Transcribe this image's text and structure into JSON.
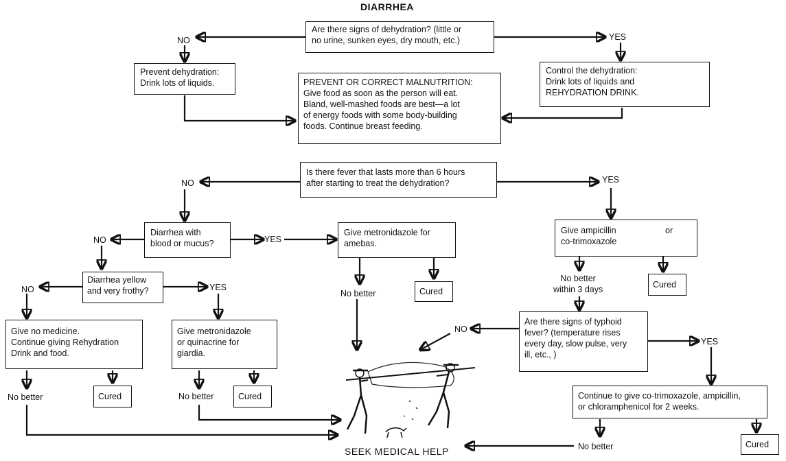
{
  "title": "DIARRHEA",
  "q_dehydration": [
    "Are there signs of dehydration? (little or",
    "no urine, sunken eyes, dry mouth, etc.)"
  ],
  "no": "NO",
  "yes": "YES",
  "prevent_dehydration": [
    "Prevent dehydration:",
    "Drink lots of liquids."
  ],
  "control_dehydration": [
    "Control the dehydration:",
    "Drink lots of liquids and",
    "REHYDRATION DRINK."
  ],
  "malnutrition": [
    "PREVENT OR CORRECT MALNUTRITION:",
    "Give food as soon as the person will eat.",
    "Bland, well-mashed foods are best—a lot",
    "of energy foods with some body-building",
    "foods. Continue breast feeding."
  ],
  "q_fever": [
    "Is there fever that lasts more than 6 hours",
    "after starting to treat the dehydration?"
  ],
  "q_blood": [
    "Diarrhea with",
    "blood or mucus?"
  ],
  "metronidazole_amebas": [
    "Give metronidazole for",
    "amebas."
  ],
  "ampicillin": [
    "Give ampicillin",
    "or",
    "co-trimoxazole"
  ],
  "q_yellow": [
    "Diarrhea yellow",
    "and very frothy?"
  ],
  "no_medicine": [
    "Give no medicine.",
    "Continue giving Rehydration",
    "Drink and food."
  ],
  "metronidazole_giardia": [
    "Give metronidazole",
    "or quinacrine for",
    "giardia."
  ],
  "q_typhoid": [
    "Are there signs of typhoid",
    "fever? (temperature rises",
    "every day, slow pulse, very",
    "ill, etc., )"
  ],
  "continue_antibiotics": [
    "Continue to give co-trimoxazole, ampicillin,",
    "or chloramphenicol for 2 weeks."
  ],
  "no_better": "No better",
  "no_better_3days": [
    "No better",
    "within 3 days"
  ],
  "cured": "Cured",
  "seek_help": "SEEK MEDICAL HELP"
}
